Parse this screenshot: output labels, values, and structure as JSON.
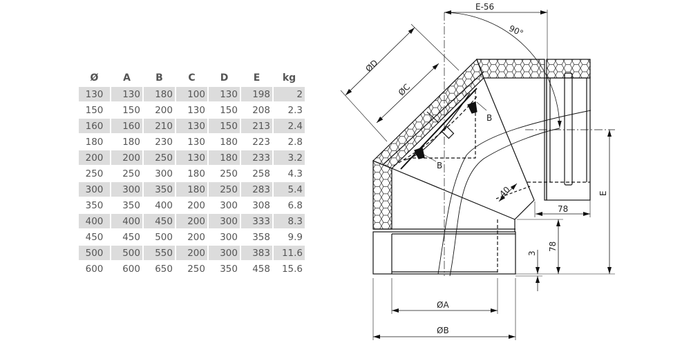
{
  "table": {
    "headers": [
      "Ø",
      "A",
      "B",
      "C",
      "D",
      "E",
      "kg"
    ],
    "rows": [
      [
        "130",
        "130",
        "180",
        "100",
        "130",
        "198",
        "2"
      ],
      [
        "150",
        "150",
        "200",
        "130",
        "150",
        "208",
        "2.3"
      ],
      [
        "160",
        "160",
        "210",
        "130",
        "150",
        "213",
        "2.4"
      ],
      [
        "180",
        "180",
        "230",
        "130",
        "180",
        "223",
        "2.8"
      ],
      [
        "200",
        "200",
        "250",
        "130",
        "180",
        "233",
        "3.2"
      ],
      [
        "250",
        "250",
        "300",
        "180",
        "250",
        "258",
        "4.3"
      ],
      [
        "300",
        "300",
        "350",
        "180",
        "250",
        "283",
        "5.4"
      ],
      [
        "350",
        "350",
        "400",
        "200",
        "300",
        "308",
        "6.8"
      ],
      [
        "400",
        "400",
        "450",
        "200",
        "300",
        "333",
        "8.3"
      ],
      [
        "450",
        "450",
        "500",
        "200",
        "300",
        "358",
        "9.9"
      ],
      [
        "500",
        "500",
        "550",
        "200",
        "300",
        "383",
        "11.6"
      ],
      [
        "600",
        "600",
        "650",
        "250",
        "350",
        "458",
        "15.6"
      ]
    ]
  },
  "drawing": {
    "dim_e56": "E-56",
    "angle": "90°",
    "dim_d": "ØD",
    "dim_c": "ØC",
    "label_b1": "B",
    "label_b2": "B",
    "dim_40": "40",
    "dim_78_h": "78",
    "dim_e": "E",
    "dim_78_v": "78",
    "dim_3": "3",
    "dim_a": "ØA",
    "dim_b": "ØB"
  }
}
